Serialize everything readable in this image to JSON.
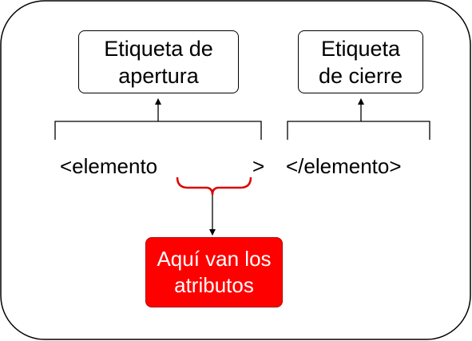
{
  "opening_tag_box": {
    "line1": "Etiqueta de",
    "line2": "apertura"
  },
  "closing_tag_box": {
    "line1": "Etiqueta",
    "line2": "de cierre"
  },
  "code": {
    "open_start": "<elemento",
    "open_end": ">",
    "close": "</elemento>"
  },
  "attributes_note": {
    "line1": "Aquí van los",
    "line2": "atributos"
  },
  "colors": {
    "stroke": "#000000",
    "note_fill": "#ff0000",
    "note_brace": "#dd0000",
    "note_text": "#ffffff"
  }
}
